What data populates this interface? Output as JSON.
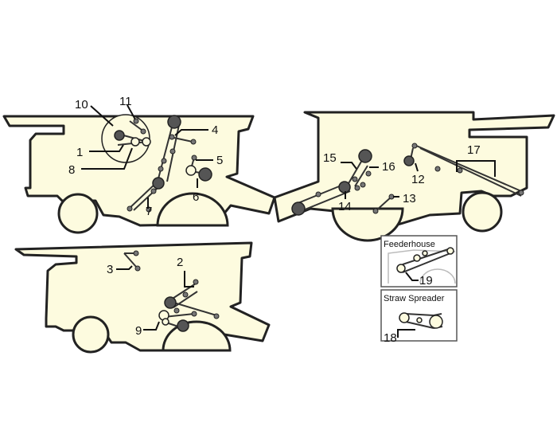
{
  "callouts": {
    "n1": "1",
    "n2": "2",
    "n3": "3",
    "n4": "4",
    "n5": "5",
    "n6": "6",
    "n7": "7",
    "n8": "8",
    "n9": "9",
    "n10": "10",
    "n11": "11",
    "n12": "12",
    "n13": "13",
    "n14": "14",
    "n15": "15",
    "n16": "16",
    "n17": "17",
    "n18": "18",
    "n19": "19"
  },
  "insets": {
    "feederhouse": {
      "title": "Feederhouse"
    },
    "straw_spreader": {
      "title": "Straw Spreader"
    }
  },
  "colors": {
    "body_fill": "#fdfbdf",
    "outline": "#222222",
    "pulley": "#555555"
  }
}
